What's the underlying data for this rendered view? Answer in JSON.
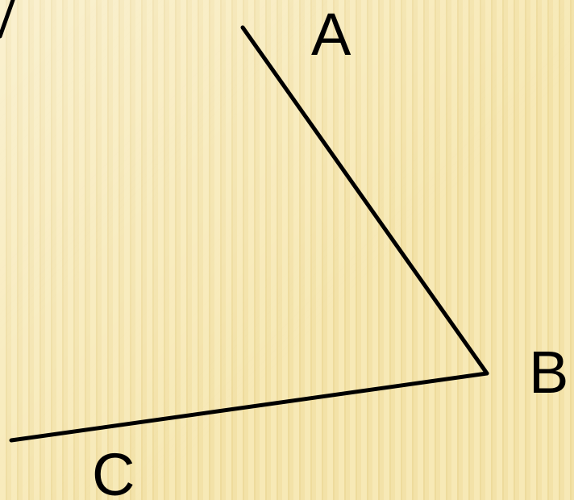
{
  "diagram": {
    "points": {
      "a": "A",
      "b": "B",
      "c": "C"
    },
    "colors": {
      "line": "#000000",
      "background": "#f7e7b0",
      "stripe": "#eedb9c"
    }
  }
}
